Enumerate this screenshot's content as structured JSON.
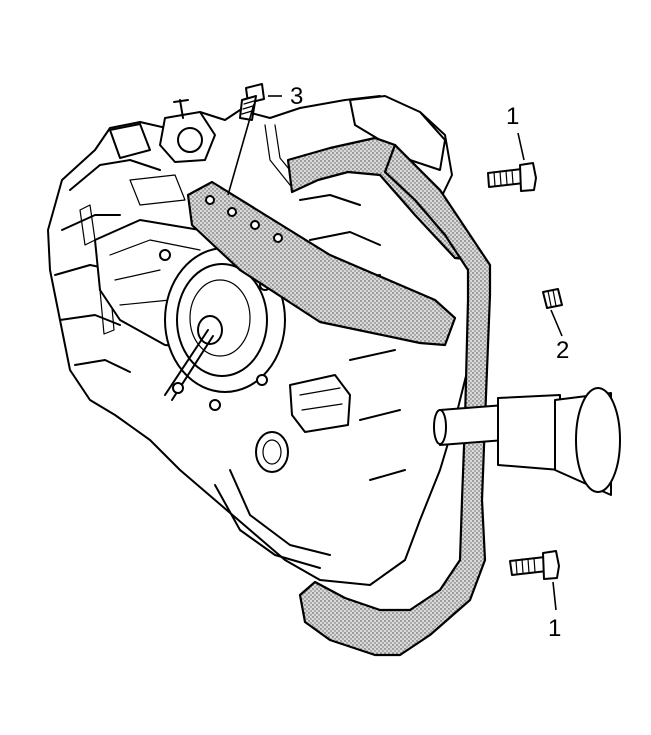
{
  "callouts": {
    "bolt_top_right": "1",
    "bolt_middle_right": "2",
    "bolt_top_left": "3",
    "bolt_bottom_right": "1"
  }
}
